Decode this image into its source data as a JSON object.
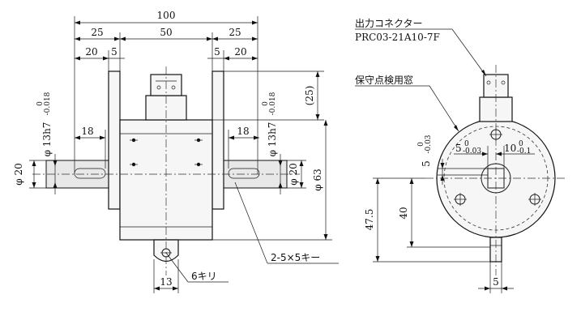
{
  "front_view": {
    "dims": {
      "overall_length": "100",
      "left_section": "25",
      "center_section": "50",
      "right_section": "25",
      "left_inner": "20",
      "left_gap": "5",
      "right_gap": "5",
      "right_inner": "20",
      "left_key_length": "18",
      "right_key_length": "18",
      "left_shaft_fit": "φ 13h7",
      "right_shaft_fit": "φ 13h7",
      "shaft_tol_upper": "0",
      "shaft_tol_lower": "-0.018",
      "left_shaft_dia": "φ 20",
      "right_shaft_dia": "φ 20",
      "body_dia": "φ 63",
      "connector_height": "(25)",
      "foot_width": "13"
    },
    "notes": {
      "hole": "6キリ",
      "keyway": "2-5×5キー"
    }
  },
  "side_view": {
    "notes": {
      "connector_label": "出力コネクター",
      "connector_part": "PRC03-21A10-7F",
      "window_label": "保守点検用窓"
    },
    "dims": {
      "key_width": "5",
      "key_width_tol_upper": "0",
      "key_width_tol_lower": "-0.03",
      "key_depth": "10",
      "key_depth_tol_upper": "0",
      "key_depth_tol_lower": "-0.1",
      "key_height": "5",
      "key_height_tol_upper": "0",
      "key_height_tol_lower": "-0.03",
      "center_height": "47.5",
      "hole_pitch_height": "40",
      "foot_width": "5"
    }
  }
}
